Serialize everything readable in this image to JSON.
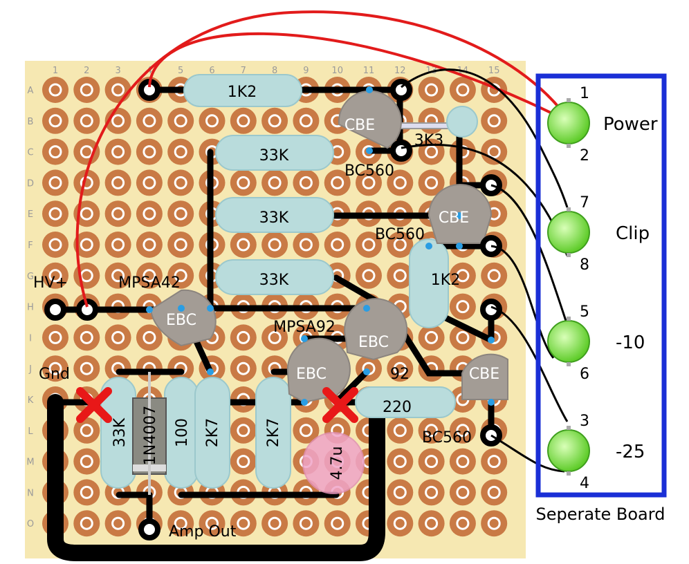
{
  "board": {
    "columns": [
      "1",
      "2",
      "3",
      "4",
      "5",
      "6",
      "7",
      "8",
      "9",
      "10",
      "11",
      "12",
      "13",
      "14",
      "15"
    ],
    "rows": [
      "A",
      "B",
      "C",
      "D",
      "E",
      "F",
      "G",
      "H",
      "I",
      "J",
      "K",
      "L",
      "M",
      "N",
      "O"
    ]
  },
  "resistors": [
    {
      "id": "r-1k2-top",
      "label": "1K2"
    },
    {
      "id": "r-33k-c",
      "label": "33K"
    },
    {
      "id": "r-33k-e",
      "label": "33K"
    },
    {
      "id": "r-33k-g",
      "label": "33K"
    },
    {
      "id": "r-3k3",
      "label": "3K3"
    },
    {
      "id": "r-1k2-mid",
      "label": "1K2"
    },
    {
      "id": "r-220",
      "label": "220"
    },
    {
      "id": "r-33k-v",
      "label": "33K"
    },
    {
      "id": "r-100",
      "label": "100"
    },
    {
      "id": "r-2k7-a",
      "label": "2K7"
    },
    {
      "id": "r-2k7-b",
      "label": "2K7"
    }
  ],
  "transistors": [
    {
      "id": "t-bc560-top",
      "pins": "CBE",
      "part": "BC560"
    },
    {
      "id": "t-bc560-mid",
      "pins": "CBE",
      "part": "BC560"
    },
    {
      "id": "t-bc560-bot",
      "pins": "CBE",
      "part": "BC560"
    },
    {
      "id": "t-mpsa42",
      "pins": "EBC",
      "part": "MPSA42"
    },
    {
      "id": "t-mpsa92",
      "pins": "EBC",
      "part": "MPSA92"
    },
    {
      "id": "t-92",
      "pins": "EBC",
      "part": "92"
    }
  ],
  "diode": {
    "label": "1N4007"
  },
  "capacitor": {
    "label": "4.7u"
  },
  "terminals": {
    "hv": "HV+",
    "gnd": "Gnd",
    "amp_out": "Amp Out"
  },
  "separate_board": {
    "title": "Seperate Board",
    "leds": [
      {
        "name": "Power",
        "pin_top": "1",
        "pin_bottom": "2"
      },
      {
        "name": "Clip",
        "pin_top": "7",
        "pin_bottom": "8"
      },
      {
        "name": "-10",
        "pin_top": "5",
        "pin_bottom": "6"
      },
      {
        "name": "-25",
        "pin_top": "3",
        "pin_bottom": "4"
      }
    ]
  },
  "colors": {
    "board": "#f6e8b2",
    "pad": "#c97a45",
    "pad_ring": "#ffffff",
    "link": "#000000",
    "power_wire": "#e21b1b",
    "box": "#1a2fd6",
    "led": "#8ee35a",
    "cut": "#e81818",
    "resistor": "#b9dcdc",
    "transistor": "#a39c95",
    "cap": "#f0a5c8"
  }
}
